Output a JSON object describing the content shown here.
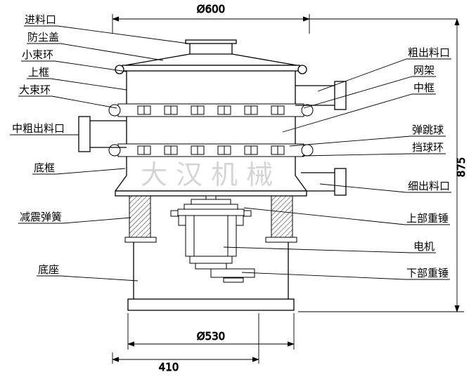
{
  "watermark": "大汉机械",
  "colors": {
    "line": "#000000",
    "watermark": "#c8c8c8"
  },
  "dimensions": {
    "top_diameter": "Ø600",
    "bottom_diameter": "Ø530",
    "base_width": "410",
    "total_height": "875"
  },
  "labels": {
    "left": [
      "进料口",
      "防尘盖",
      "小束环",
      "上框",
      "大束环",
      "中粗出料口",
      "底框",
      "减震弹簧",
      "底座"
    ],
    "right": [
      "粗出料口",
      "网架",
      "中框",
      "弹跳球",
      "挡球环",
      "细出料口",
      "上部重锤",
      "电机",
      "下部重锤"
    ]
  }
}
